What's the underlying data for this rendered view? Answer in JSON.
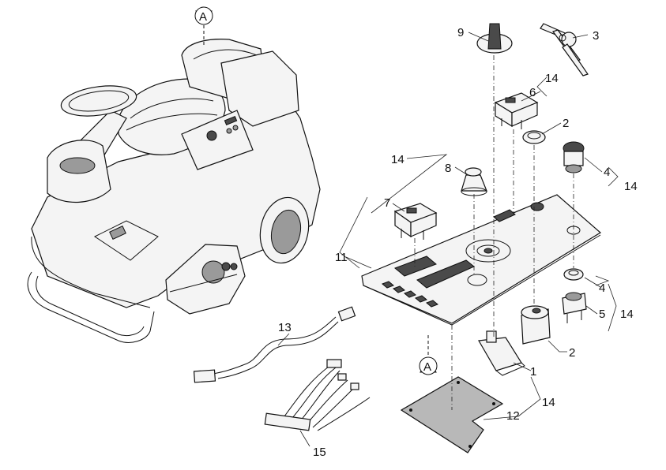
{
  "figure": {
    "detail_callout": "A",
    "part_numbers": {
      "p1": "1",
      "p2a": "2",
      "p2b": "2",
      "p3": "3",
      "p4a": "4",
      "p4b": "4",
      "p5": "5",
      "p6": "6",
      "p7": "7",
      "p8": "8",
      "p9": "9",
      "p11": "11",
      "p12": "12",
      "p13": "13",
      "p14a": "14",
      "p14b": "14",
      "p14c": "14",
      "p14d": "14",
      "p14e": "14",
      "p15": "15"
    }
  }
}
